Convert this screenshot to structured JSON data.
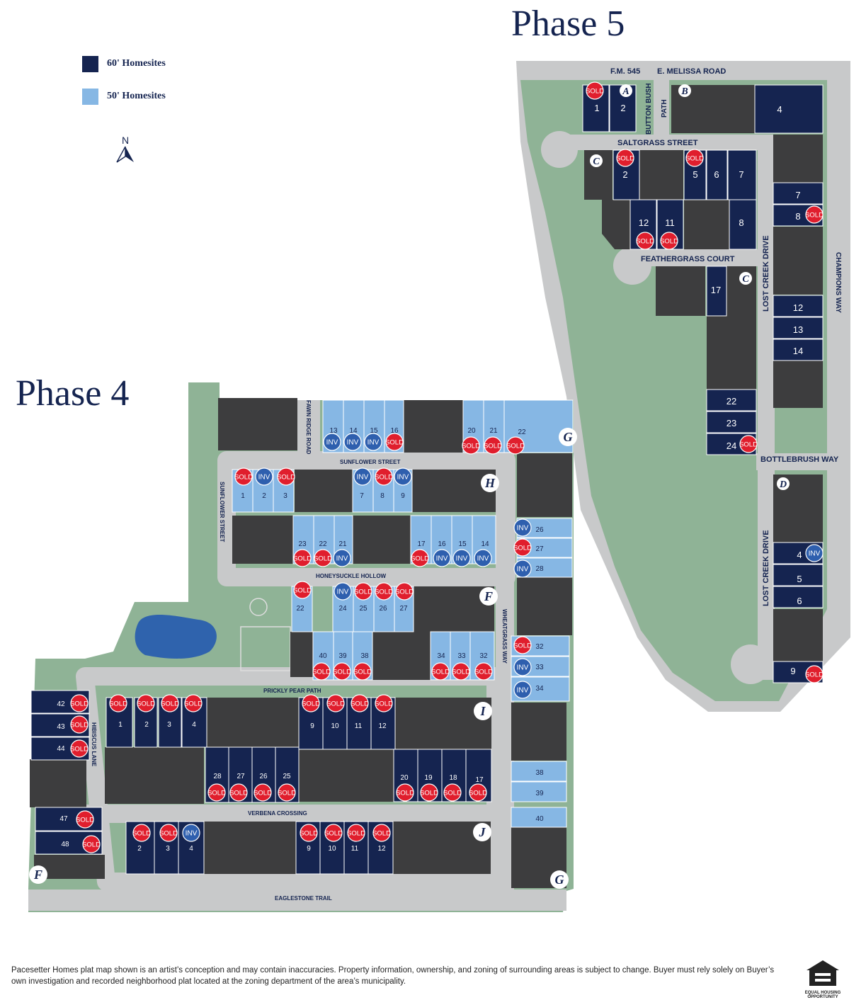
{
  "titles": {
    "phase5": "Phase 5",
    "phase4": "Phase 4"
  },
  "legend": {
    "items": [
      {
        "label": "60' Homesites",
        "color": "#152450"
      },
      {
        "label": "50' Homesites",
        "color": "#86b7e4"
      }
    ]
  },
  "north": "N",
  "colors": {
    "lot60": "#152450",
    "lot50": "#86b7e4",
    "developed": "#3d3d3e",
    "green": "#8fb396",
    "road": "#c8c9ca",
    "sold": "#e01e2d",
    "inv": "#2e5fae",
    "pond": "#2f63ad",
    "text": "#152450"
  },
  "streets": {
    "fm545": "F.M. 545",
    "melissa": "E. MELISSA ROAD",
    "button_bush": "BUTTON BUSH",
    "path": "PATH",
    "saltgrass": "SALTGRASS STREET",
    "feathergrass": "FEATHERGRASS COURT",
    "lost_creek_1": "LOST CREEK DRIVE",
    "lost_creek_2": "LOST CREEK DRIVE",
    "champions": "CHAMPIONS WAY",
    "bottlebrush": "BOTTLEBRUSH WAY",
    "fawn_ridge": "FAWN RIDGE ROAD",
    "sunflower_h": "SUNFLOWER STREET",
    "sunflower_v": "SUNFLOWER STREET",
    "honeysuckle": "HONEYSUCKLE HOLLOW",
    "wheatgrass": "WHEATGRASS WAY",
    "prickly_pear": "PRICKLY PEAR PATH",
    "hibiscus": "HIBISCUS LANE",
    "verbena": "VERBENA CROSSING",
    "eaglestone": "EAGLESTONE TRAIL"
  },
  "badges": {
    "sold": "SOLD",
    "inv": "INV"
  },
  "markers": [
    "A",
    "B",
    "C",
    "C",
    "D",
    "F",
    "G",
    "H",
    "I",
    "J",
    "F",
    "G"
  ],
  "lots": [
    {
      "n": "1",
      "s": "sold"
    },
    {
      "n": "2",
      "s": ""
    },
    {
      "n": "4",
      "s": ""
    },
    {
      "n": "2",
      "s": "sold"
    },
    {
      "n": "5",
      "s": "sold"
    },
    {
      "n": "6",
      "s": ""
    },
    {
      "n": "7",
      "s": ""
    },
    {
      "n": "12",
      "s": "sold"
    },
    {
      "n": "11",
      "s": "sold"
    },
    {
      "n": "8",
      "s": ""
    },
    {
      "n": "17",
      "s": ""
    },
    {
      "n": "7",
      "s": ""
    },
    {
      "n": "8",
      "s": "sold"
    },
    {
      "n": "12",
      "s": ""
    },
    {
      "n": "13",
      "s": ""
    },
    {
      "n": "14",
      "s": ""
    },
    {
      "n": "22",
      "s": ""
    },
    {
      "n": "23",
      "s": ""
    },
    {
      "n": "24",
      "s": "sold"
    },
    {
      "n": "4",
      "s": "inv"
    },
    {
      "n": "5",
      "s": ""
    },
    {
      "n": "6",
      "s": ""
    },
    {
      "n": "9",
      "s": "sold"
    },
    {
      "n": "13",
      "s": "inv"
    },
    {
      "n": "14",
      "s": "inv"
    },
    {
      "n": "15",
      "s": "inv"
    },
    {
      "n": "16",
      "s": "sold"
    },
    {
      "n": "20",
      "s": "sold"
    },
    {
      "n": "21",
      "s": "sold"
    },
    {
      "n": "22",
      "s": "sold"
    },
    {
      "n": "1",
      "s": "sold"
    },
    {
      "n": "2",
      "s": "inv"
    },
    {
      "n": "3",
      "s": "sold"
    },
    {
      "n": "7",
      "s": "inv"
    },
    {
      "n": "8",
      "s": "sold"
    },
    {
      "n": "9",
      "s": "inv"
    },
    {
      "n": "23",
      "s": "sold"
    },
    {
      "n": "22",
      "s": "sold"
    },
    {
      "n": "21",
      "s": "inv"
    },
    {
      "n": "17",
      "s": "sold"
    },
    {
      "n": "16",
      "s": "inv"
    },
    {
      "n": "15",
      "s": "inv"
    },
    {
      "n": "14",
      "s": "inv"
    },
    {
      "n": "26",
      "s": "inv"
    },
    {
      "n": "27",
      "s": "sold"
    },
    {
      "n": "28",
      "s": "inv"
    },
    {
      "n": "22",
      "s": "sold"
    },
    {
      "n": "24",
      "s": "inv"
    },
    {
      "n": "25",
      "s": "sold"
    },
    {
      "n": "26",
      "s": "sold"
    },
    {
      "n": "27",
      "s": "sold"
    },
    {
      "n": "40",
      "s": "sold"
    },
    {
      "n": "39",
      "s": "sold"
    },
    {
      "n": "38",
      "s": "sold"
    },
    {
      "n": "34",
      "s": "sold"
    },
    {
      "n": "33",
      "s": "sold"
    },
    {
      "n": "32",
      "s": "sold"
    },
    {
      "n": "32",
      "s": "sold"
    },
    {
      "n": "33",
      "s": "inv"
    },
    {
      "n": "34",
      "s": "inv"
    },
    {
      "n": "38",
      "s": ""
    },
    {
      "n": "39",
      "s": ""
    },
    {
      "n": "40",
      "s": ""
    },
    {
      "n": "42",
      "s": "sold"
    },
    {
      "n": "43",
      "s": "sold"
    },
    {
      "n": "44",
      "s": "sold"
    },
    {
      "n": "1",
      "s": "sold"
    },
    {
      "n": "2",
      "s": "sold"
    },
    {
      "n": "3",
      "s": "sold"
    },
    {
      "n": "4",
      "s": "sold"
    },
    {
      "n": "9",
      "s": "sold"
    },
    {
      "n": "10",
      "s": "sold"
    },
    {
      "n": "11",
      "s": "sold"
    },
    {
      "n": "12",
      "s": "sold"
    },
    {
      "n": "28",
      "s": "sold"
    },
    {
      "n": "27",
      "s": "sold"
    },
    {
      "n": "26",
      "s": "sold"
    },
    {
      "n": "25",
      "s": "sold"
    },
    {
      "n": "20",
      "s": "sold"
    },
    {
      "n": "19",
      "s": "sold"
    },
    {
      "n": "18",
      "s": "sold"
    },
    {
      "n": "17",
      "s": "sold"
    },
    {
      "n": "47",
      "s": "sold"
    },
    {
      "n": "48",
      "s": "sold"
    },
    {
      "n": "2",
      "s": "sold"
    },
    {
      "n": "3",
      "s": "sold"
    },
    {
      "n": "4",
      "s": "inv"
    },
    {
      "n": "9",
      "s": "sold"
    },
    {
      "n": "10",
      "s": "sold"
    },
    {
      "n": "11",
      "s": "sold"
    },
    {
      "n": "12",
      "s": "sold"
    }
  ],
  "disclaimer": "Pacesetter Homes plat map shown is an artist’s conception and may contain inaccuracies. Property information, ownership, and zoning of surrounding areas is subject to change. Buyer must rely solely on Buyer’s own investigation and recorded neighborhood plat located at the zoning department of the area’s municipality.",
  "eho": {
    "line1": "EQUAL HOUSING",
    "line2": "OPPORTUNITY"
  }
}
